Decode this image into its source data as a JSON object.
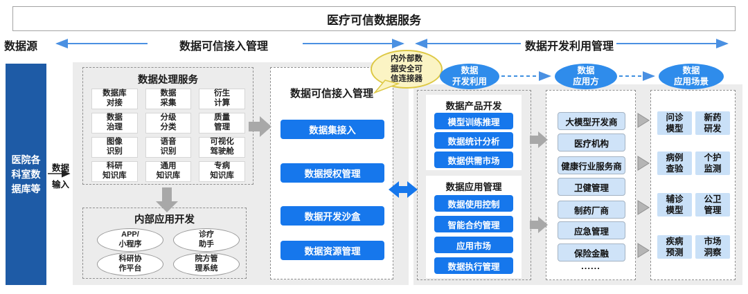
{
  "title": "医疗可信数据服务",
  "headers": {
    "source": "数据源",
    "access_mgmt": "数据可信接入管理",
    "dev_mgmt": "数据开发利用管理"
  },
  "source": {
    "bar_label": "医院各\n科室数\n据库等",
    "input_label_top": "数据",
    "input_label_bottom": "输入"
  },
  "processing": {
    "title": "数据处理服务",
    "items": [
      "数据库\n对接",
      "数据\n采集",
      "衍生\n计算",
      "数据\n治理",
      "分级\n分类",
      "质量\n管理",
      "图像\n识别",
      "语音\n识别",
      "可视化\n驾驶舱",
      "科研\n知识库",
      "通用\n知识库",
      "专病\n知识库"
    ]
  },
  "internal_apps": {
    "title": "内部应用开发",
    "items": [
      "APP/\n小程序",
      "诊疗\n助手",
      "科研协\n作平台",
      "院方管\n理系统"
    ]
  },
  "access_panel": {
    "title": "数据可信接入管理",
    "buttons": [
      "数据集接入",
      "数据授权管理",
      "数据开发沙盒",
      "数据资源管理"
    ]
  },
  "connector": {
    "label": "内外部数\n据安全可\n信连接器"
  },
  "pipeline": {
    "stage1": "数据\n开发利用",
    "stage2": "数据\n应用方",
    "stage3": "数据\n应用场景"
  },
  "product_dev": {
    "title": "数据产品开发",
    "buttons": [
      "模型训练推理",
      "数据统计分析",
      "数据供需市场"
    ]
  },
  "app_mgmt": {
    "title": "数据应用管理",
    "buttons": [
      "数据使用控制",
      "智能合约管理",
      "应用市场",
      "数据执行管理"
    ]
  },
  "consumers": {
    "items": [
      "大模型开发商",
      "医疗机构",
      "健康行业服务商",
      "卫健管理",
      "制药厂商",
      "应急管理",
      "保险金融"
    ],
    "more": "......"
  },
  "scenarios": {
    "items": [
      "问诊\n模型",
      "新药\n研发",
      "病例\n查验",
      "个护\n监测",
      "辅诊\n模型",
      "公卫\n管理",
      "疾病\n预测",
      "市场\n洞察"
    ]
  },
  "colors": {
    "primary_blue": "#1677ec",
    "dark_blue": "#1e5ba6",
    "stage_blue": "#2f8ceb",
    "light_blue": "#cfe3f8",
    "panel_gray": "#ececec",
    "connector_yellow": "#fbf4c4",
    "connector_border": "#ddc844",
    "arrow_gray": "#a8a8a8",
    "arrow_blue": "#4a90e2"
  }
}
